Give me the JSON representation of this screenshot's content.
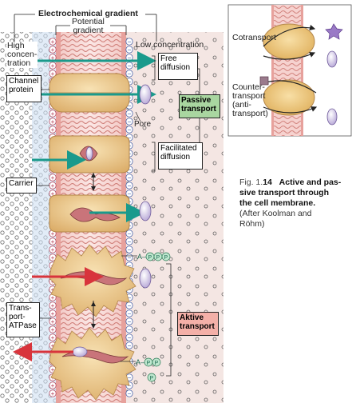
{
  "header": {
    "electrochemical_gradient": "Electrochemical gradient",
    "potential_gradient": "Potential\ngradient"
  },
  "labels": {
    "high_concentration": "High\nconcen-\ntration",
    "low_concentration": "Low concentration",
    "channel_protein": "Channel\nprotein",
    "pore": "Pore",
    "carrier": "Carrier",
    "transport_atpase": "Trans-\nport-\nATPase",
    "free_diffusion": "Free\ndiffusion",
    "facilitated_diffusion": "Facilitated\ndiffusion",
    "passive_transport": "Passive\ntransport",
    "active_transport": "Aktive\ntransport",
    "atp_top": "A–",
    "atp_bottom": "A–"
  },
  "inset": {
    "cotransport": "Cotransport",
    "countertransport": "Counter-\ntransport\n(anti-\ntransport)"
  },
  "caption": {
    "fig_label": "Fig. 1.",
    "fig_number": "14",
    "title": "Active and pas-\nsive transport through\nthe cell membrane.",
    "source": "(After Koolman and\nRöhm)"
  },
  "symbols": {
    "plus": "+",
    "minus": "−",
    "phosphate": "P"
  },
  "colors": {
    "membrane_pink": "#e8a4a0",
    "protein_tan": "#ecc888",
    "protein_dark": "#7a3a3a",
    "arrow_teal": "#1a9a8c",
    "arrow_red": "#d8343c",
    "passive_green": "#a9d6a0",
    "active_red": "#f4b0a8",
    "vesicle_lavender": "#c4b4e0",
    "inside_bg": "#f5e9e6",
    "outside_bg": "#e6eef7"
  }
}
